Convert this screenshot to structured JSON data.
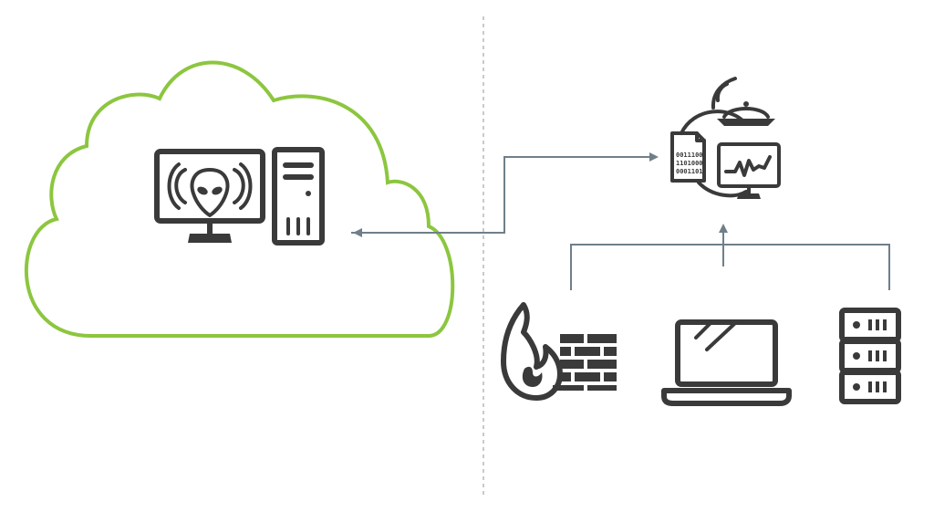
{
  "colors": {
    "cloud_outline": "#8cc63f",
    "icon_ink": "#3a3a3a",
    "connector": "#6f7f8a",
    "divider": "#b8b8b8"
  },
  "icons": {
    "attacker": "alien-monitor-icon",
    "tower": "desktop-tower-icon",
    "monitoring_station": "satellite-data-monitor-icon",
    "firewall": "firewall-fire-icon",
    "laptop": "laptop-icon",
    "server": "server-rack-icon"
  },
  "binary_lines": [
    "0011100",
    "1101000",
    "0001101"
  ]
}
